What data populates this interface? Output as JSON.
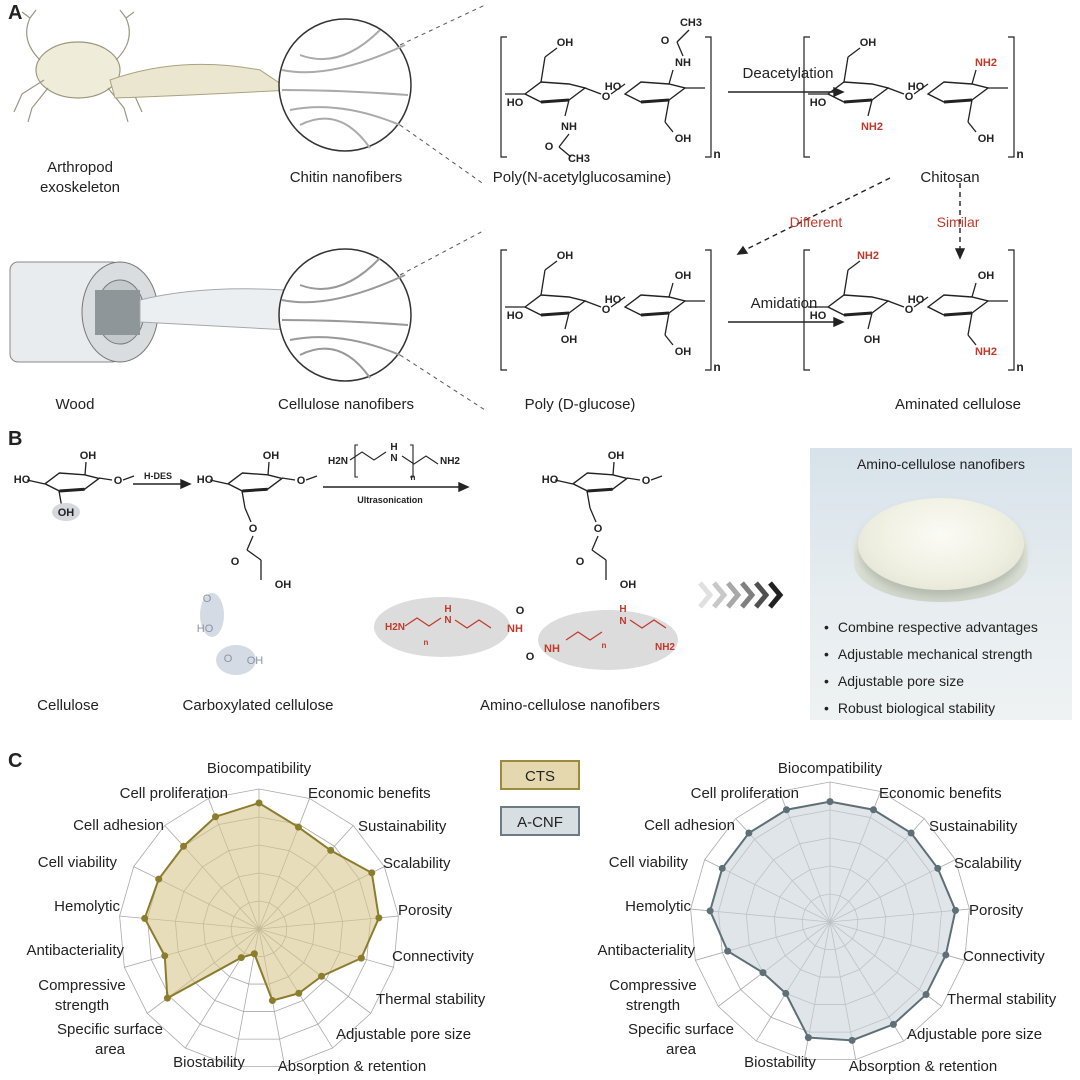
{
  "panel_labels": {
    "a": "A",
    "b": "B",
    "c": "C"
  },
  "panel_a": {
    "captions": {
      "arthropod": [
        "Arthropod",
        "exoskeleton"
      ],
      "chitin_nanofibers": "Chitin nanofibers",
      "pnag": "Poly(N-acetylglucosamine)",
      "chitosan": "Chitosan",
      "wood": "Wood",
      "cellulose_nanofibers": "Cellulose nanofibers",
      "glucose": "Poly (D-glucose)",
      "aminated": "Aminated cellulose"
    },
    "reactions": {
      "deacetylation": "Deacetylation",
      "amidation": "Amidation",
      "different": "Different",
      "similar": "Similar"
    },
    "molecules": [
      {
        "id": "pnag",
        "top1": "OH",
        "left1": "HO",
        "bottom1": "NH",
        "link": "O",
        "left2": "HO",
        "top2": "NH",
        "bottom2": "OH",
        "n": "n",
        "red": [],
        "acetyl": [
          "O",
          "CH3",
          "O",
          "CH3"
        ]
      },
      {
        "id": "chitosan",
        "top1": "OH",
        "left1": "HO",
        "bottom1": "NH2",
        "link": "O",
        "left2": "HO",
        "top2": "NH2",
        "bottom2": "OH",
        "n": "n",
        "red": [
          "bottom1",
          "top2"
        ]
      },
      {
        "id": "glucose",
        "top1": "OH",
        "left1": "HO",
        "bottom1": "OH",
        "link": "O",
        "left2": "HO",
        "top2": "OH",
        "bottom2": "OH",
        "n": "n",
        "red": []
      },
      {
        "id": "aminated",
        "top1": "NH2",
        "left1": "HO",
        "bottom1": "OH",
        "link": "O",
        "left2": "HO",
        "top2": "OH",
        "bottom2": "NH2",
        "n": "n",
        "red": [
          "top1",
          "bottom2"
        ]
      }
    ]
  },
  "panel_b": {
    "captions": {
      "cellulose": "Cellulose",
      "carboxylated": "Carboxylated cellulose",
      "amino": "Amino-cellulose nanofibers"
    },
    "reagents": {
      "hdes": "H-DES",
      "ultrasonication": "Ultrasonication",
      "pei": [
        "H2N",
        "H",
        "N",
        "NH2",
        "n"
      ]
    },
    "atoms": {
      "ring": [
        "HO",
        "OH",
        "O"
      ],
      "cellulose_oh": "OH",
      "ester_o": "O",
      "carbonyl_o": "O",
      "tertiary_oh": "OH",
      "acid": [
        "O",
        "HO",
        "O",
        "OH"
      ],
      "amide": [
        "O",
        "NH",
        "O",
        "NH"
      ],
      "pei_chain": [
        "H2N",
        "H",
        "N",
        "n",
        "H",
        "N",
        "NH2",
        "n"
      ]
    },
    "photo": {
      "title": "Amino-cellulose nanofibers",
      "bullets": [
        "Combine respective advantages",
        "Adjustable mechanical strength",
        "Adjustable pore size",
        "Robust biological stability"
      ]
    }
  },
  "panel_c": {
    "legend": [
      {
        "label": "CTS",
        "fill": "#e6d8ae",
        "stroke": "#9c8b3c"
      },
      {
        "label": "A-CNF",
        "fill": "#d8dfe3",
        "stroke": "#6b7c84"
      }
    ]
  },
  "chart_data": [
    {
      "type": "radar",
      "title": "CTS",
      "axes": [
        "Biocompatibility",
        "Economic benefits",
        "Sustainability",
        "Scalability",
        "Porosity",
        "Connectivity",
        "Thermal stability",
        "Adjustable pore size",
        "Absorption & retention",
        "Biostability",
        "Specific surface area",
        "Compressive strength",
        "Antibacteriality",
        "Hemolytic",
        "Cell viability",
        "Cell adhesion",
        "Cell proliferation"
      ],
      "values": [
        4.5,
        3.9,
        3.8,
        4.5,
        4.3,
        3.8,
        2.8,
        2.7,
        2.6,
        0.9,
        1.2,
        4.1,
        3.5,
        4.1,
        4.0,
        4.0,
        4.3
      ],
      "range": [
        0,
        5
      ],
      "rings": 5,
      "color": "#8c7d2c",
      "fill": "#d8c68e"
    },
    {
      "type": "radar",
      "title": "A-CNF",
      "axes": [
        "Biocompatibility",
        "Economic benefits",
        "Sustainability",
        "Scalability",
        "Porosity",
        "Connectivity",
        "Thermal stability",
        "Adjustable pore size",
        "Absorption & retention",
        "Biostability",
        "Specific surface area",
        "Compressive strength",
        "Antibacteriality",
        "Hemolytic",
        "Cell viability",
        "Cell adhesion",
        "Cell proliferation"
      ],
      "values": [
        4.3,
        4.3,
        4.3,
        4.3,
        4.5,
        4.3,
        4.3,
        4.3,
        4.3,
        4.2,
        3.0,
        3.0,
        3.8,
        4.3,
        4.3,
        4.3,
        4.3
      ],
      "range": [
        0,
        5
      ],
      "rings": 5,
      "color": "#5e6f77",
      "fill": "#c9d3d8"
    }
  ]
}
